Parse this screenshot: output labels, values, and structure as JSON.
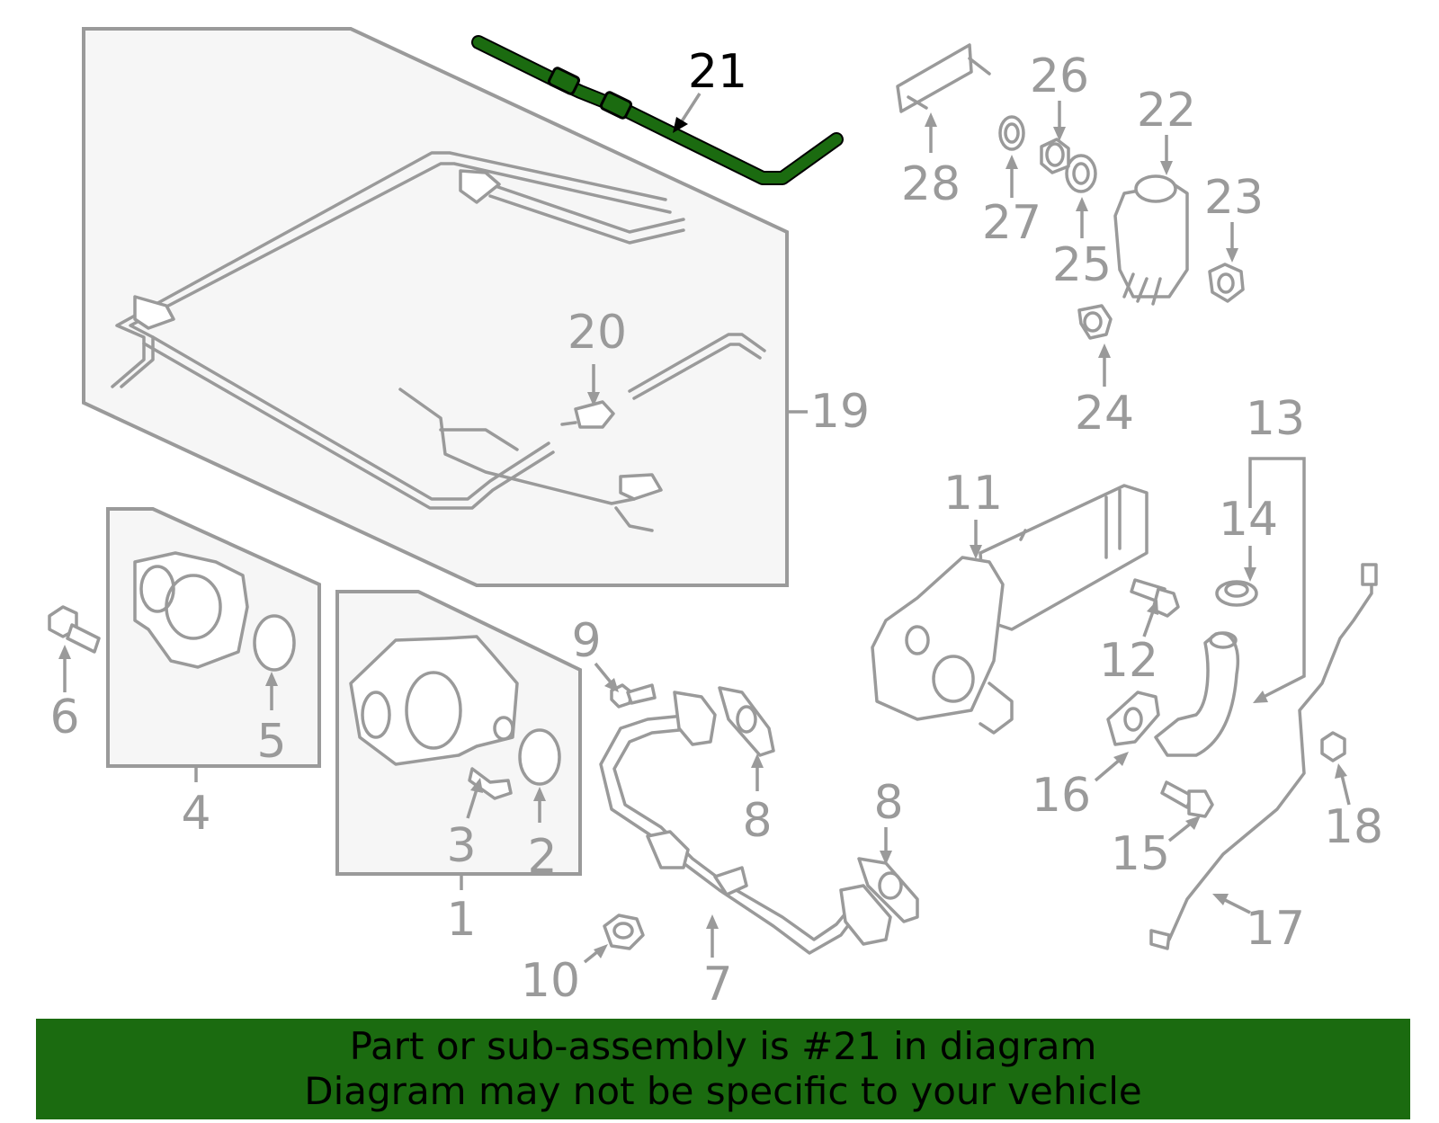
{
  "callouts": {
    "c1": "1",
    "c2": "2",
    "c3": "3",
    "c4": "4",
    "c5": "5",
    "c6": "6",
    "c7": "7",
    "c8a": "8",
    "c8b": "8",
    "c9": "9",
    "c10": "10",
    "c11": "11",
    "c12": "12",
    "c13": "13",
    "c14": "14",
    "c15": "15",
    "c16": "16",
    "c17": "17",
    "c18": "18",
    "c19": "19",
    "c20": "20",
    "c21": "21",
    "c22": "22",
    "c23": "23",
    "c24": "24",
    "c25": "25",
    "c26": "26",
    "c27": "27",
    "c28": "28"
  },
  "highlighted_part": "21",
  "colors": {
    "highlight": "#1b6b10",
    "line": "#9a9a9a",
    "banner_bg": "#1b6b10",
    "banner_text": "#000000"
  },
  "banner": {
    "line1": "Part or sub-assembly is #21 in diagram",
    "line2": "Diagram may not be specific to your vehicle"
  }
}
